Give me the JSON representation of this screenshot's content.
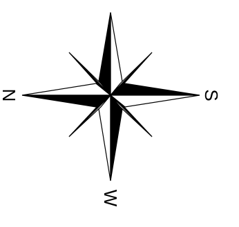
{
  "compass": {
    "labels": {
      "north": "N",
      "south": "S",
      "west": "W"
    },
    "colors": {
      "ink": "#000000",
      "paper": "#ffffff"
    }
  }
}
